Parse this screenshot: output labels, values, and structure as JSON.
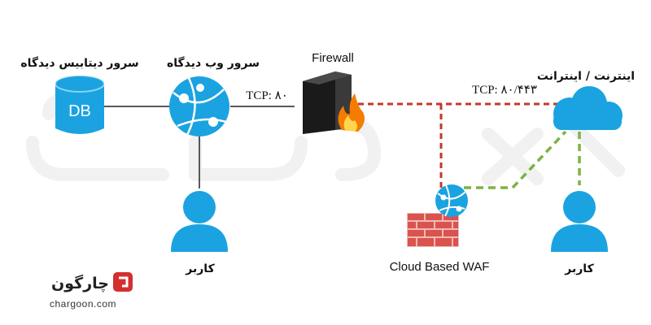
{
  "nodes": {
    "db_server": {
      "label": "سرور دیتابیس دیدگاه",
      "icon_text": "DB"
    },
    "web_server": {
      "label": "سرور وب دیدگاه"
    },
    "firewall": {
      "label": "Firewall"
    },
    "internet": {
      "label": "اینترنت / اینترانت"
    },
    "user_left": {
      "label": "کاربر"
    },
    "user_right": {
      "label": "کاربر"
    },
    "waf": {
      "label": "Cloud Based WAF"
    }
  },
  "edges": {
    "web_firewall": {
      "label": "TCP: ۸۰"
    },
    "firewall_internet": {
      "label": "TCP: ۸۰/۴۴۳"
    }
  },
  "brand": {
    "name": "چارگون",
    "url": "chargoon.com"
  },
  "colors": {
    "icon_blue": "#1aa3e0",
    "line_black": "#222222",
    "dash_red": "#c0392b",
    "dash_green": "#7cb342",
    "brick": "#d9534f",
    "watermark": "#f2f2f2"
  }
}
